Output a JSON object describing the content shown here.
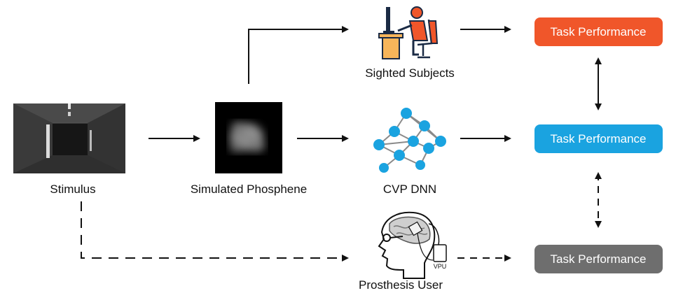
{
  "nodes": {
    "stimulus": {
      "label": "Stimulus"
    },
    "phosphene": {
      "label": "Simulated Phosphene"
    },
    "sighted": {
      "label": "Sighted Subjects"
    },
    "cvp": {
      "label": "CVP DNN"
    },
    "prosthesis": {
      "label": "Prosthesis User",
      "device_label": "VPU"
    }
  },
  "outputs": {
    "sighted": {
      "label": "Task Performance",
      "color": "#f0562a"
    },
    "cvp": {
      "label": "Task Performance",
      "color": "#1aa3e0"
    },
    "prosthesis": {
      "label": "Task Performance",
      "color": "#6e6e6e"
    }
  },
  "colors": {
    "arrow": "#111111",
    "network_node": "#1aa3e0",
    "network_edge": "#8a8a8a",
    "person": "#f0562a",
    "desk": "#f7b55a"
  }
}
